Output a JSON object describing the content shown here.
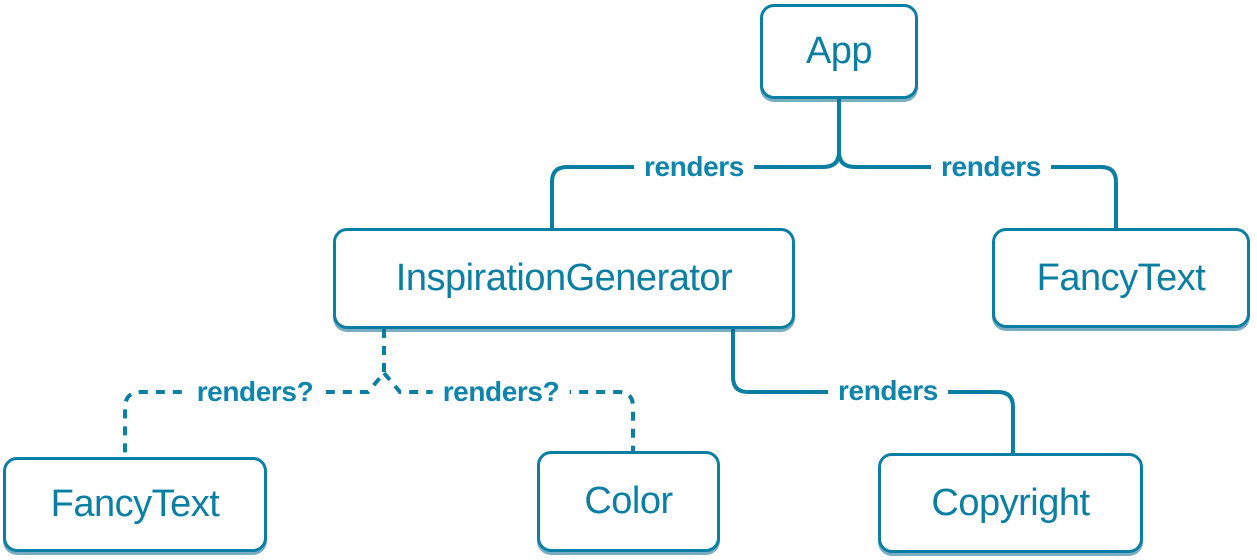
{
  "diagram": {
    "description": "React render tree diagram showing which components render which child components",
    "colors": {
      "accent": "#0b7ea3",
      "box_fill": "#ffffff",
      "box_shadow": "#0b6c8f",
      "background": "#ffffff"
    },
    "nodes": [
      {
        "id": "app",
        "label": "App"
      },
      {
        "id": "inspiration-generator",
        "label": "InspirationGenerator"
      },
      {
        "id": "fancy-text-top",
        "label": "FancyText"
      },
      {
        "id": "fancy-text-bottom",
        "label": "FancyText"
      },
      {
        "id": "color",
        "label": "Color"
      },
      {
        "id": "copyright",
        "label": "Copyright"
      }
    ],
    "edges": [
      {
        "from": "App",
        "to": "InspirationGenerator",
        "label": "renders",
        "style": "solid"
      },
      {
        "from": "App",
        "to": "FancyText",
        "label": "renders",
        "style": "solid"
      },
      {
        "from": "InspirationGenerator",
        "to": "FancyText",
        "label": "renders?",
        "style": "dashed"
      },
      {
        "from": "InspirationGenerator",
        "to": "Color",
        "label": "renders?",
        "style": "dashed"
      },
      {
        "from": "InspirationGenerator",
        "to": "Copyright",
        "label": "renders",
        "style": "solid"
      }
    ]
  }
}
